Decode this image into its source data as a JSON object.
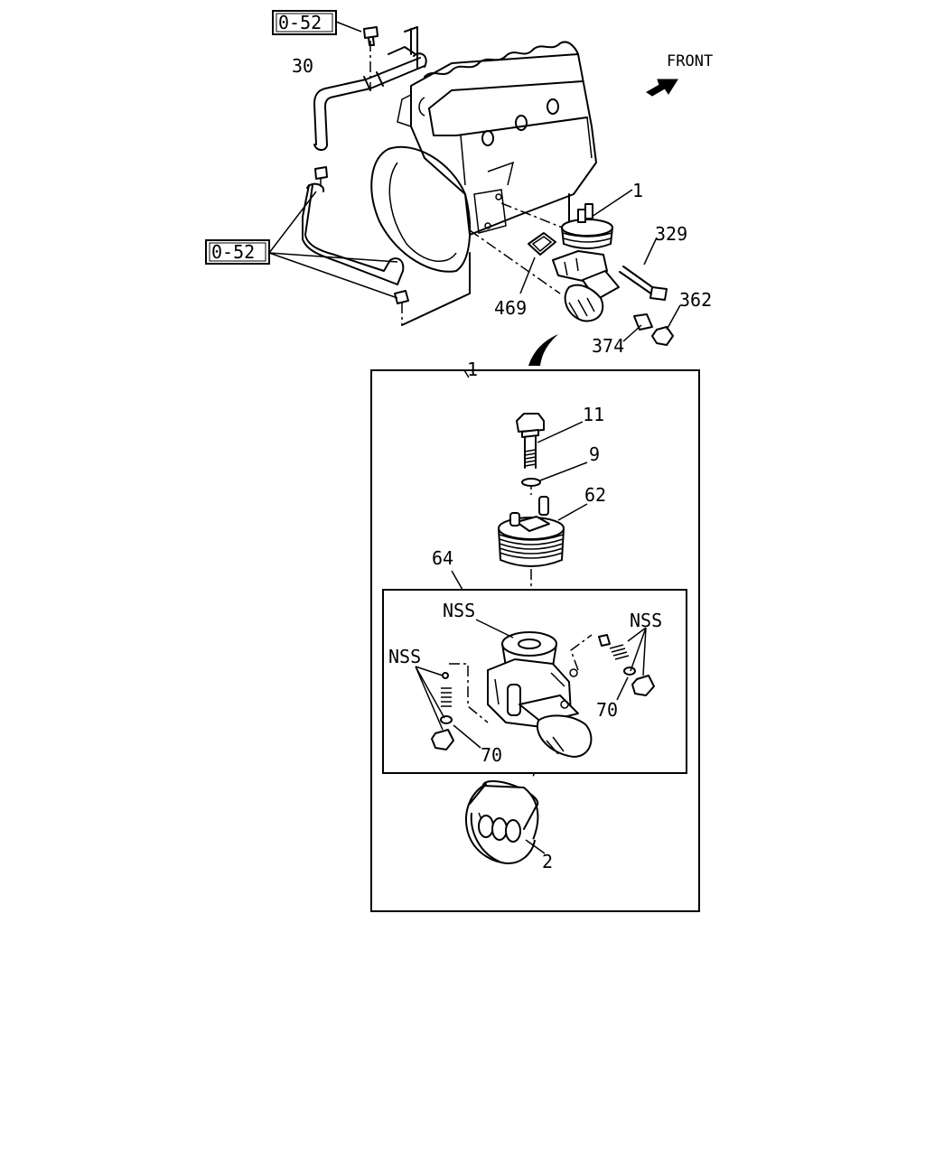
{
  "orientation": {
    "label": "FRONT",
    "icon": "front-direction-arrow-icon"
  },
  "references": {
    "top": "0-52",
    "left": "0-52"
  },
  "labels": {
    "p1_top": "1",
    "p30": "30",
    "p329": "329",
    "p362": "362",
    "p374": "374",
    "p469": "469",
    "p1_detail": "1",
    "p11": "11",
    "p9": "9",
    "p62": "62",
    "p64": "64",
    "nss_center": "NSS",
    "nss_right": "NSS",
    "nss_left": "NSS",
    "p70_right": "70",
    "p70_left": "70",
    "p2": "2"
  }
}
